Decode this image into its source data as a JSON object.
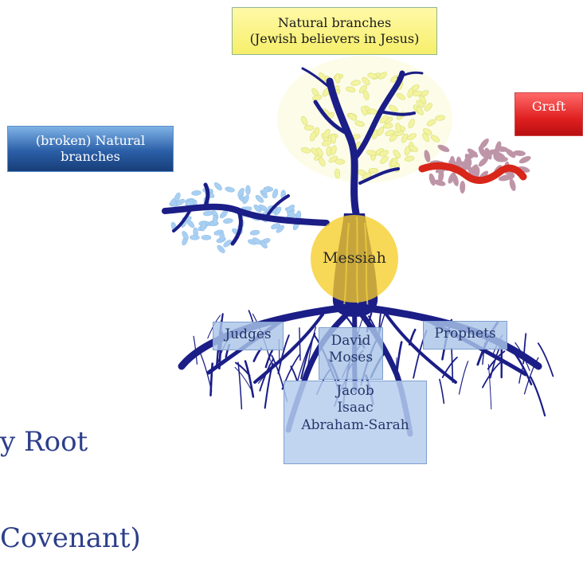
{
  "labels": {
    "natural_branches_line1": "Natural branches",
    "natural_branches_line2": "(Jewish believers in Jesus)",
    "broken_line1": "(broken) Natural",
    "broken_line2": "branches",
    "graft": "Graft",
    "messiah": "Messiah",
    "judges": "Judges",
    "prophets": "Prophets",
    "david": "David",
    "moses": "Moses",
    "jacob": "Jacob",
    "isaac": "Isaac",
    "abraham_sarah": "Abraham-Sarah"
  },
  "root_title": {
    "line1": "y Root",
    "line2": "Covenant)"
  },
  "colors": {
    "tree": "#1b1e86",
    "natural_leaves": "#f2f29a",
    "broken_leaves": "#a9d0f2",
    "graft_branch": "#d8261a",
    "graft_leaves": "#b88a9e"
  }
}
